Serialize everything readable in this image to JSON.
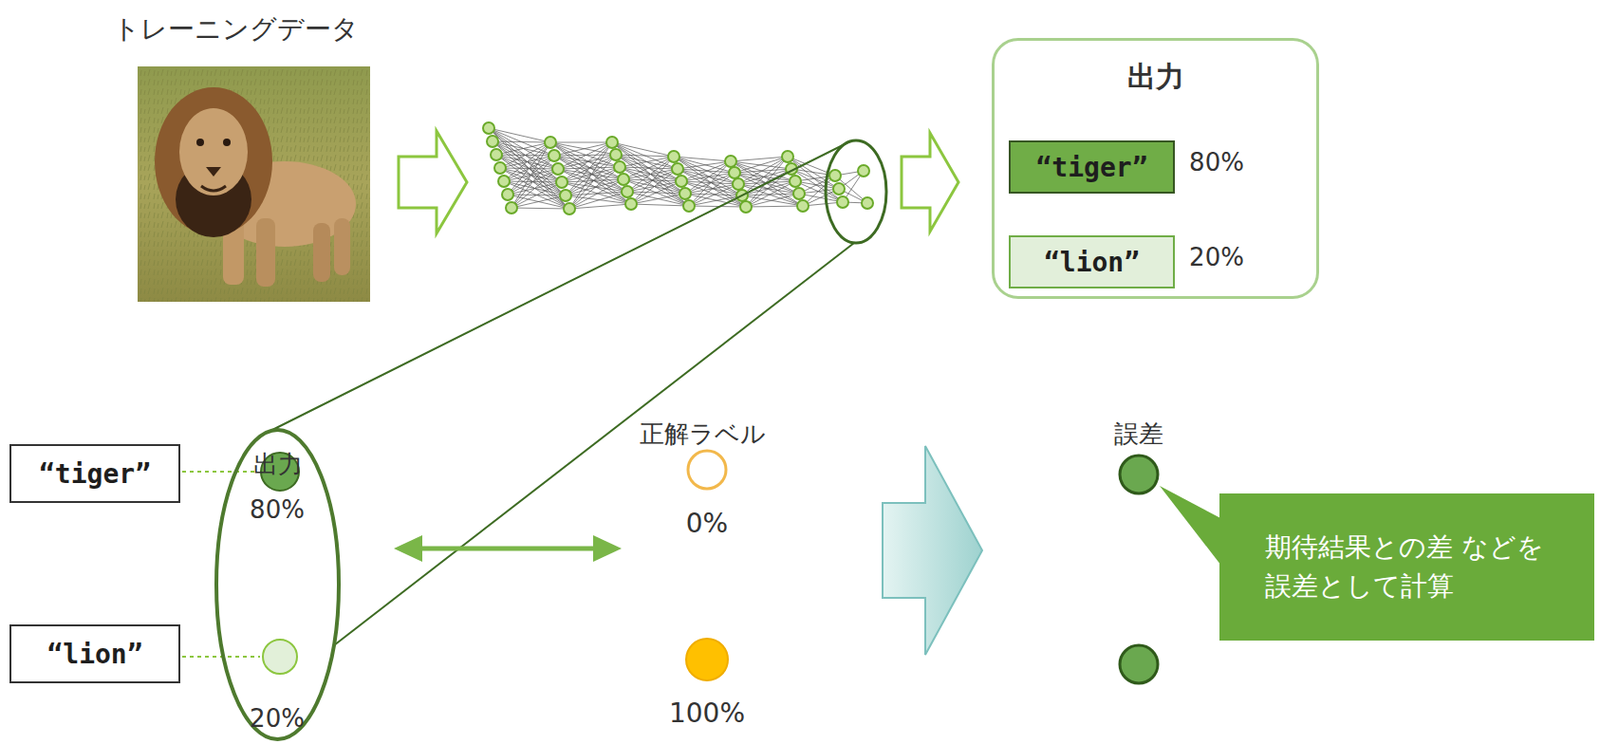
{
  "diagram": {
    "nodes": [
      {
        "text": [
          "出力"
        ]
      },
      {
        "text": [
          "“tiger”"
        ],
        "in": 0
      },
      {
        "text": [
          "“lion”"
        ],
        "in": 0
      },
      {
        "text": [
          "“tiger”"
        ]
      },
      {
        "text": [
          "出力"
        ]
      },
      {
        "text": [
          "“lion”"
        ]
      },
      {
        "text": [
          "期待結果との差 などを 誤差として計算"
        ]
      }
    ],
    "labels": [
      "トレーニングデータ",
      "80%",
      "20%",
      "80%",
      "20%",
      "正解ラベル",
      "0%",
      "100%",
      "誤差"
    ]
  }
}
